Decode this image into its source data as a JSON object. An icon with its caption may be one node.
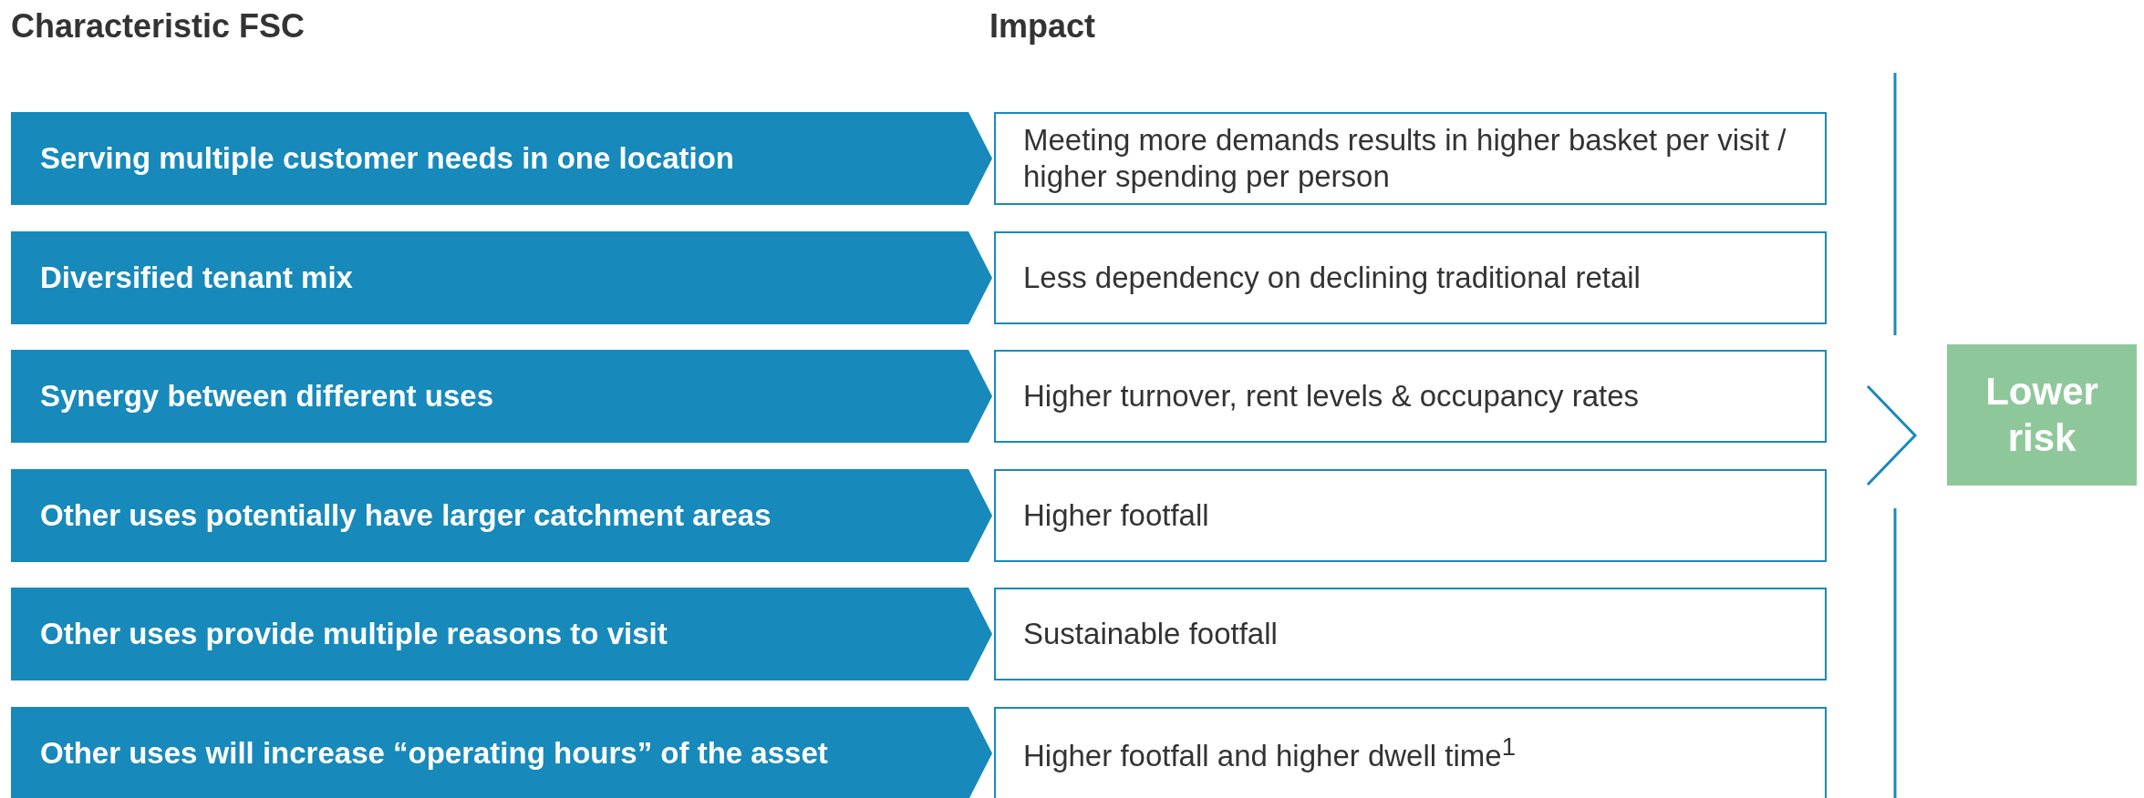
{
  "diagram": {
    "nodes": [
      {
        "text": [
          "Serving multiple customer needs in one location"
        ]
      },
      {
        "text": [
          "Diversified tenant mix"
        ]
      },
      {
        "text": [
          "Synergy between different uses"
        ]
      },
      {
        "text": [
          "Other uses potentially have larger catchment areas"
        ]
      },
      {
        "text": [
          "Other uses provide multiple reasons to visit"
        ]
      },
      {
        "text": [
          "Other uses will increase “operating hours” of the asset"
        ]
      },
      {
        "text": [
          "Meeting more demands results in higher basket per visit / higher spending per person"
        ]
      },
      {
        "text": [
          "Less dependency on declining traditional retail"
        ]
      },
      {
        "text": [
          "Higher turnover, rent levels & occupancy rates"
        ]
      },
      {
        "text": [
          "Higher footfall"
        ]
      },
      {
        "text": [
          "Sustainable footfall"
        ]
      },
      {
        "text": [
          "Higher footfall and higher dwell time$^{1}$"
        ]
      },
      {
        "text": [
          "Lower risk"
        ]
      }
    ],
    "labels": [
      "Characteristic FSC",
      "Impact"
    ]
  }
}
